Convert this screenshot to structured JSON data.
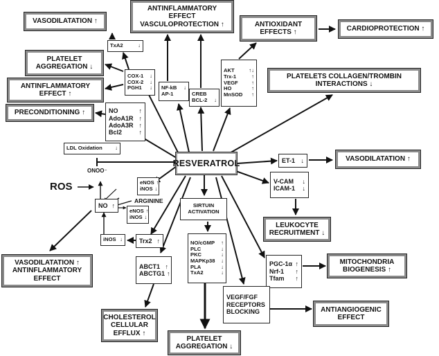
{
  "center": "RESVERATROL",
  "ros_label": "ROS",
  "onoo_label": "ONOO⁻",
  "arginine_label": "ARGININE",
  "boxes": {
    "vasodilatation_top": {
      "label": "VASODILATATION",
      "dir": "↑"
    },
    "antiinflammatory_top": {
      "lines": [
        "ANTINFLAMMATORY",
        "EFFECT",
        "VASCULOPROTECTION"
      ],
      "dir": "↑"
    },
    "antioxidant": {
      "lines": [
        "ANTIOXIDANT",
        "EFFECTS"
      ],
      "dir": "↑"
    },
    "cardioprotection": {
      "label": "CARDIOPROTECTION",
      "dir": "↑"
    },
    "txa2": {
      "label": "TxA2",
      "dir": "↓"
    },
    "platelet_aggregation_left": {
      "lines": [
        "PLATELET",
        "AGGREGATION"
      ],
      "dir": "↓"
    },
    "cox": [
      {
        "label": "COX-1",
        "dir": "↓"
      },
      {
        "label": "COX-2",
        "dir": "↓"
      },
      {
        "label": "PGH1",
        "dir": "↓"
      }
    ],
    "nfkb": [
      {
        "label": "NF-kB",
        "dir": "↓"
      },
      {
        "label": "AP-1",
        "dir": ""
      }
    ],
    "creb": [
      {
        "label": "CREB",
        "dir": ""
      },
      {
        "label": "BCL-2",
        "dir": "↓"
      }
    ],
    "akt": [
      {
        "label": "AKT",
        "dir": "↑↓"
      },
      {
        "label": "Trx-1",
        "dir": "↑"
      },
      {
        "label": "VEGF",
        "dir": "↑"
      },
      {
        "label": "HO",
        "dir": "↑"
      },
      {
        "label": "MnSOD",
        "dir": "↑"
      }
    ],
    "antiinflammatory_left": {
      "lines": [
        "ANTINFLAMMATORY",
        "EFFECT"
      ],
      "dir": "↑"
    },
    "preconditioning": {
      "label": "PRECONDITIONING",
      "dir": "↑"
    },
    "platelets_collagen": {
      "lines": [
        "PLATELETS COLLAGEN/TROMBIN",
        "INTERACTIONS"
      ],
      "dir": "↓"
    },
    "no_group": [
      {
        "label": "NO",
        "dir": "↑"
      },
      {
        "label": "AdoA1R",
        "dir": "↑"
      },
      {
        "label": "AdoA3R",
        "dir": "↑"
      },
      {
        "label": "Bcl2",
        "dir": "↑"
      }
    ],
    "ldl": {
      "label": "LDL Oxidation",
      "dir": "↓"
    },
    "enos_inos_1": [
      {
        "label": "eNOS",
        "dir": "↑"
      },
      {
        "label": "iNOS",
        "dir": "↓"
      }
    ],
    "no_box": {
      "label": "NO",
      "dir": "↑"
    },
    "enos_inos_2": [
      {
        "label": "eNOS",
        "dir": "↑"
      },
      {
        "label": "iNOS",
        "dir": "↓"
      }
    ],
    "inos": {
      "label": "iNOS",
      "dir": "↓"
    },
    "trx2": {
      "label": "Trx2",
      "dir": "↑"
    },
    "vasodilatation_left": {
      "lines": [
        "VASODILATATION",
        "ANTINFLAMMATORY",
        "EFFECT"
      ],
      "dir": "↑"
    },
    "sirtuin": {
      "lines": [
        "SIRTUIN",
        "ACTIVATION"
      ]
    },
    "sirtuin_list": [
      {
        "label": "NO/cGMP",
        "dir": "↑"
      },
      {
        "label": "PLC",
        "dir": "↓"
      },
      {
        "label": "PKC",
        "dir": "↓"
      },
      {
        "label": "MAPKp38",
        "dir": "↓"
      },
      {
        "label": "PLA",
        "dir": "↓"
      },
      {
        "label": "TxA2",
        "dir": "↓"
      }
    ],
    "abct": [
      {
        "label": "ABCT1",
        "dir": "↑"
      },
      {
        "label": "ABCTG1",
        "dir": "↑"
      }
    ],
    "cholesterol": {
      "lines": [
        "CHOLESTEROL",
        "CELLULAR",
        "EFFLUX"
      ],
      "dir": "↑"
    },
    "platelet_aggregation_bottom": {
      "lines": [
        "PLATELET",
        "AGGREGATION"
      ],
      "dir": "↓"
    },
    "et1": {
      "label": "ET-1",
      "dir": "↓"
    },
    "vasodilatation_right": {
      "label": "VASODILATATION",
      "dir": "↑"
    },
    "vcam": [
      {
        "label": "V-CAM",
        "dir": "↓"
      },
      {
        "label": "ICAM-1",
        "dir": "↓"
      }
    ],
    "leukocyte": {
      "lines": [
        "LEUKOCYTE",
        "RECRUITMENT"
      ],
      "dir": "↓"
    },
    "pgc": [
      {
        "label": "PGC-1α",
        "dir": "↑"
      },
      {
        "label": "Nrf-1",
        "dir": "↑"
      },
      {
        "label": "Tfam",
        "dir": "↑"
      }
    ],
    "mitochondria": {
      "lines": [
        "MITOCHONDRIA",
        "BIOGENESIS"
      ],
      "dir": "↑"
    },
    "vegf_fgf": {
      "lines": [
        "VEGF/FGF",
        "RECEPTORS",
        "BLOCKING"
      ]
    },
    "antiangiogenic": {
      "lines": [
        "ANTIANGIOGENIC",
        "EFFECT"
      ]
    }
  }
}
